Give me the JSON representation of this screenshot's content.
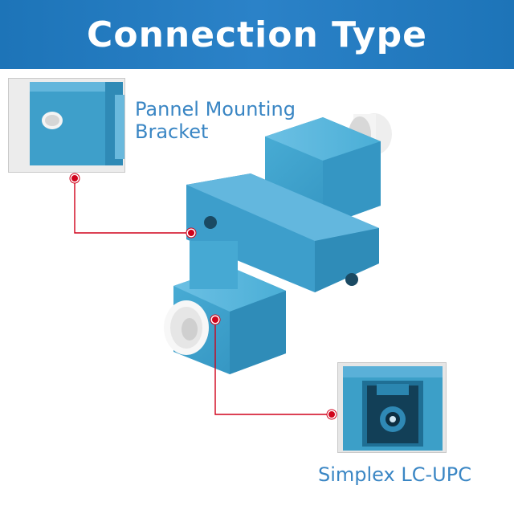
{
  "banner": {
    "title": "Connection Type",
    "color": "#1d74b8"
  },
  "callouts": {
    "bracket": {
      "line1": "Pannel Mounting",
      "line2": "Bracket"
    },
    "connector": {
      "label": "Simplex LC-UPC"
    }
  },
  "colors": {
    "text_blue": "#3a86c4",
    "adapter_blue": "#3c9fc8",
    "leader_red": "#d0021b"
  }
}
